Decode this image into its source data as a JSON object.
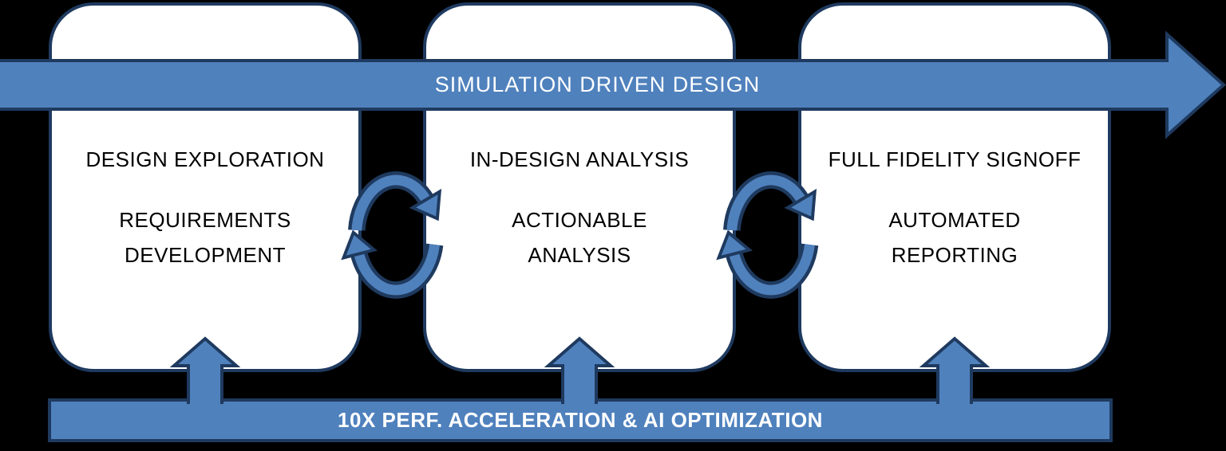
{
  "title_banner": {
    "label": "SIMULATION DRIVEN DESIGN"
  },
  "stages": [
    {
      "title": "DESIGN EXPLORATION",
      "line1": "REQUIREMENTS",
      "line2": "DEVELOPMENT"
    },
    {
      "title": "IN-DESIGN ANALYSIS",
      "line1": "ACTIONABLE",
      "line2": "ANALYSIS"
    },
    {
      "title": "FULL FIDELITY SIGNOFF",
      "line1": "AUTOMATED",
      "line2": "REPORTING"
    }
  ],
  "bottom_banner": {
    "label": "10X PERF. ACCELERATION & AI OPTIMIZATION"
  },
  "icons": {
    "forward_arrow": "forward-arrow-icon",
    "cycle_arrows": "cycle-arrows-icon",
    "up_arrow": "up-arrow-icon"
  },
  "colors": {
    "accent_blue": "#4f81bd",
    "outline_navy": "#1f3a5f",
    "box_fill": "#ffffff",
    "text_dark": "#000000",
    "text_light": "#ffffff",
    "background": "#000000"
  }
}
